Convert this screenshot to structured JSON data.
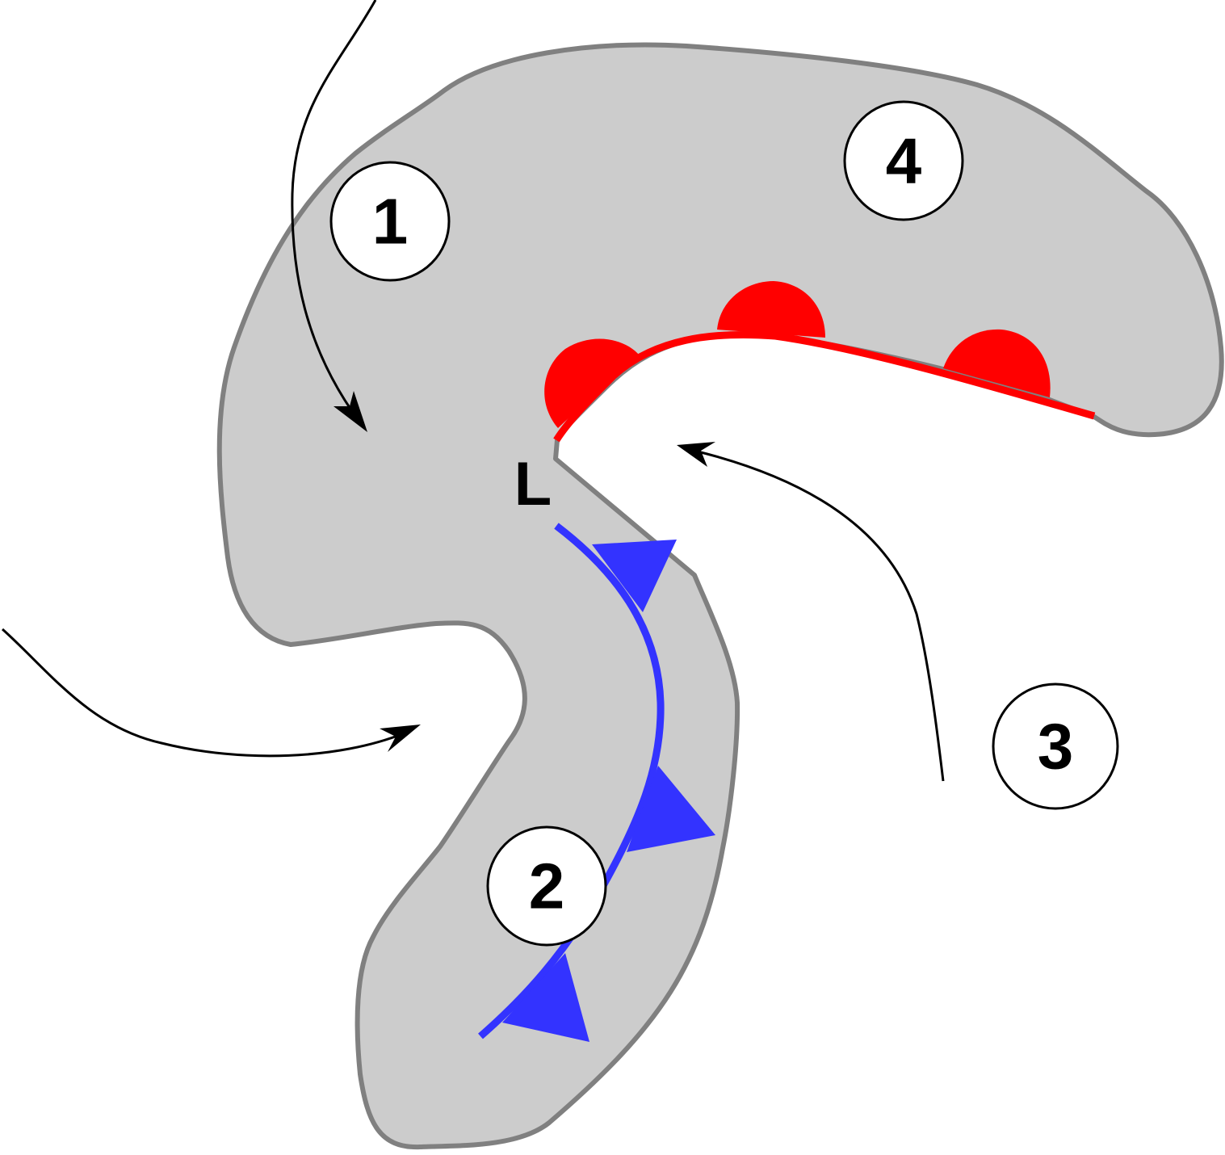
{
  "diagram": {
    "labels": {
      "region_1": "1",
      "region_2": "2",
      "region_3": "3",
      "region_4": "4",
      "low_pressure": "L"
    },
    "colors": {
      "cloud_fill": "#cccccc",
      "cloud_outline": "#808080",
      "warm_front": "#ff0000",
      "cold_front": "#3333ff",
      "airflow_arrow": "#000000",
      "label_circle_fill": "#ffffff",
      "label_circle_stroke": "#000000"
    },
    "icons": {
      "warm_front_symbol": "semicircle-icon",
      "cold_front_symbol": "triangle-icon",
      "airflow_symbol": "arrow-icon"
    }
  }
}
